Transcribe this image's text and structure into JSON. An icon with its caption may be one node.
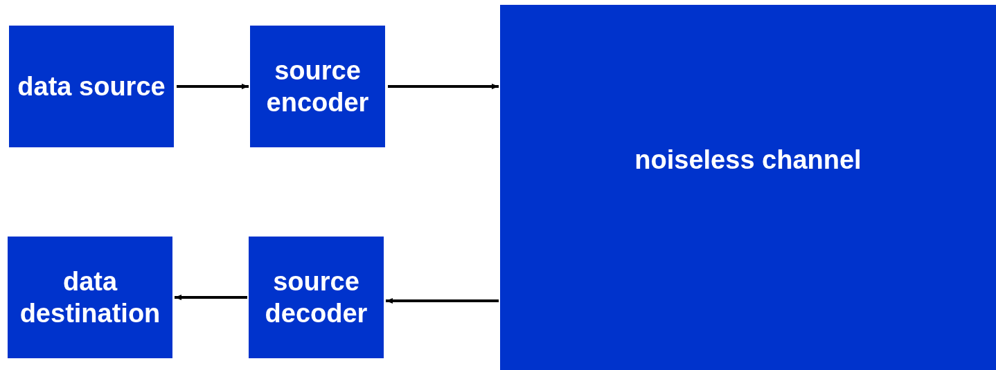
{
  "diagram": {
    "nodes": [
      {
        "text": [
          "data source"
        ]
      },
      {
        "text": [
          "source encoder"
        ]
      },
      {
        "text": [
          "noiseless channel"
        ]
      },
      {
        "text": [
          "source decoder"
        ]
      },
      {
        "text": [
          "data destination"
        ]
      }
    ],
    "edges": [
      {
        "from": 0,
        "to": 1,
        "arrow": "to"
      },
      {
        "from": 1,
        "to": 2,
        "arrow": "to"
      },
      {
        "from": 2,
        "to": 3,
        "arrow": "to"
      },
      {
        "from": 3,
        "to": 4,
        "arrow": "to"
      }
    ]
  }
}
